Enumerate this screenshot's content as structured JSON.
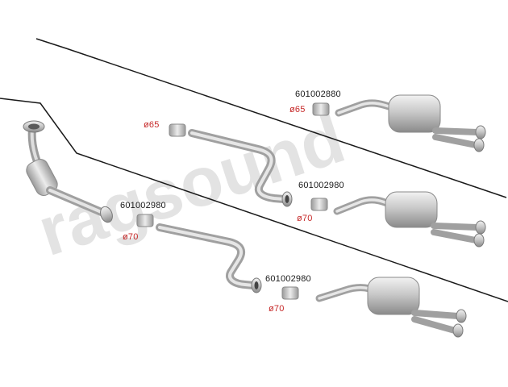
{
  "watermark": {
    "text": "ragsound",
    "color": "#e3e3e3"
  },
  "colors": {
    "line": "#1a1a1a",
    "diameter": "#c62828",
    "part_code": "#1a1a1a",
    "steel": "#bcbcbc"
  },
  "labels": {
    "top_code": "601002880",
    "top_diameter": "ø65",
    "mid_pipe_diameter": "ø65",
    "mid_code": "601002980",
    "mid_diameter": "ø70",
    "left_code": "601002980",
    "left_diameter": "ø70",
    "bottom_code": "601002980",
    "bottom_diameter": "ø70"
  }
}
